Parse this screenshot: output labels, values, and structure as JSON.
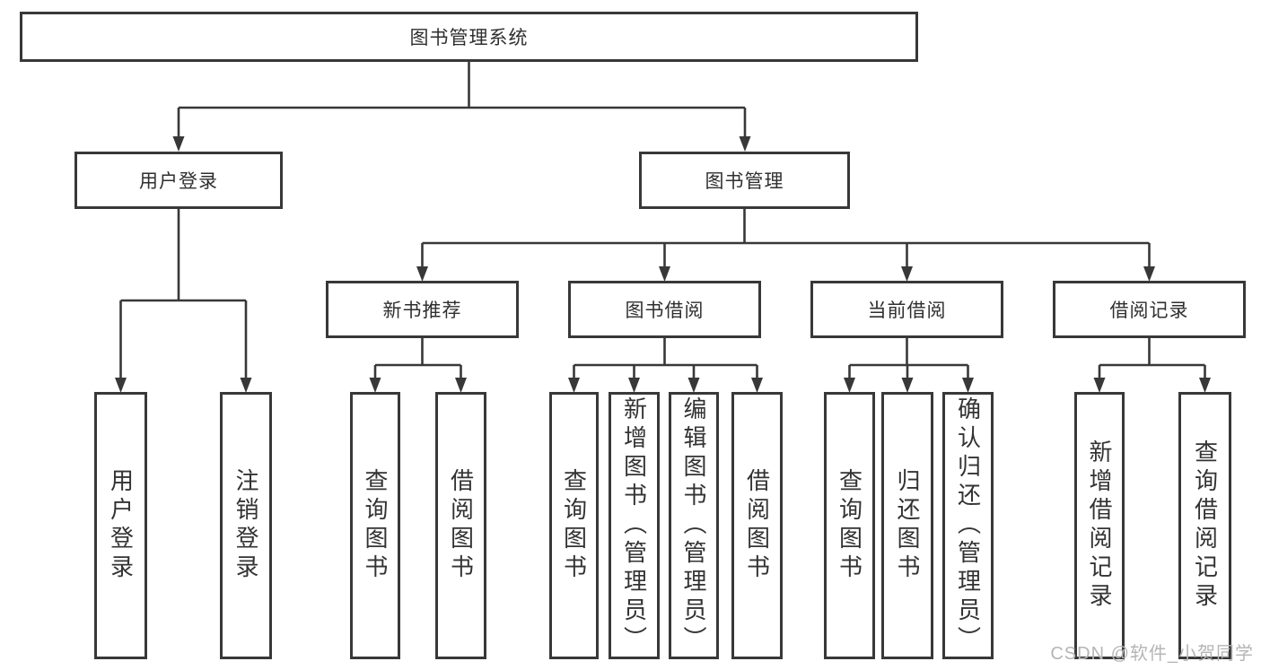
{
  "nodes": {
    "root": {
      "label": "图书管理系统"
    },
    "branches": [
      {
        "label": "用户登录",
        "children": [
          {
            "label": "用户登录"
          },
          {
            "label": "注销登录"
          }
        ]
      },
      {
        "label": "图书管理",
        "children": [
          {
            "label": "新书推荐",
            "children": [
              {
                "label": "查询图书"
              },
              {
                "label": "借阅图书"
              }
            ]
          },
          {
            "label": "图书借阅",
            "children": [
              {
                "label": "查询图书"
              },
              {
                "label": "新增图书（管理员）"
              },
              {
                "label": "编辑图书（管理员）"
              },
              {
                "label": "借阅图书"
              }
            ]
          },
          {
            "label": "当前借阅",
            "children": [
              {
                "label": "查询图书"
              },
              {
                "label": "归还图书"
              },
              {
                "label": "确认归还（管理员）"
              }
            ]
          },
          {
            "label": "借阅记录",
            "children": [
              {
                "label": "新增借阅记录"
              },
              {
                "label": "查询借阅记录"
              }
            ]
          }
        ]
      }
    ]
  },
  "colors": {
    "line": "#383838",
    "text": "#2f2f2f",
    "watermark": "#b5b5b5"
  },
  "watermark": {
    "text": "CSDN @软件_小贺同学"
  }
}
